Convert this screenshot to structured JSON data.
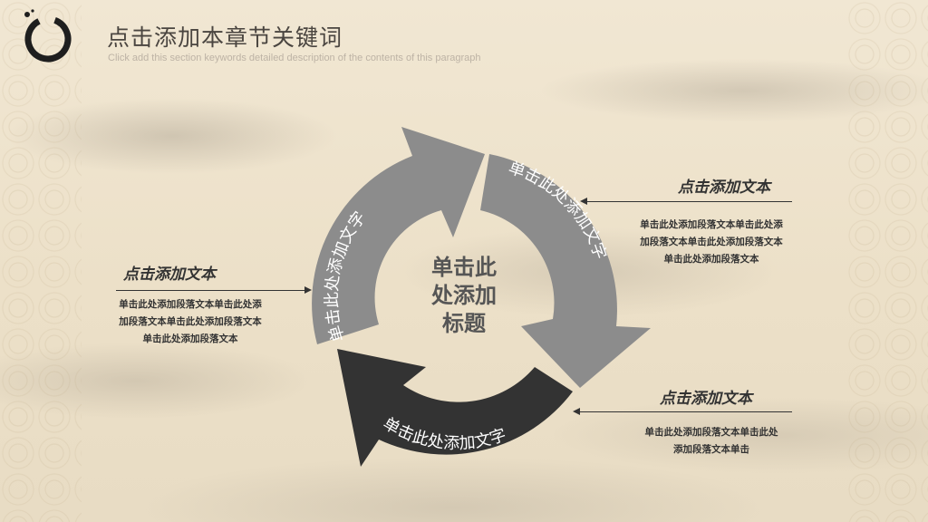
{
  "header": {
    "title": "点击添加本章节关键词",
    "subtitle": "Click add this section keywords detailed description of the contents of this paragraph"
  },
  "cycle": {
    "center_title_lines": [
      "单击此",
      "处添加",
      "标题"
    ],
    "segments": [
      {
        "label": "单击此处添加文字",
        "color": "#8c8c8c"
      },
      {
        "label": "单击此处添加文字",
        "color": "#8c8c8c"
      },
      {
        "label": "单击此处添加文字",
        "color": "#333333"
      }
    ]
  },
  "notes": {
    "left": {
      "heading": "点击添加文本",
      "lines": [
        "单击此处添加段落文本单击此处添",
        "加段落文本单击此处添加段落文本",
        "单击此处添加段落文本"
      ]
    },
    "top_right": {
      "heading": "点击添加文本",
      "lines": [
        "单击此处添加段落文本单击此处添",
        "加段落文本单击此处添加段落文本",
        "单击此处添加段落文本"
      ]
    },
    "bottom_right": {
      "heading": "点击添加文本",
      "lines": [
        "单击此处添加段落文本单击此处",
        "添加段落文本单击"
      ]
    }
  }
}
